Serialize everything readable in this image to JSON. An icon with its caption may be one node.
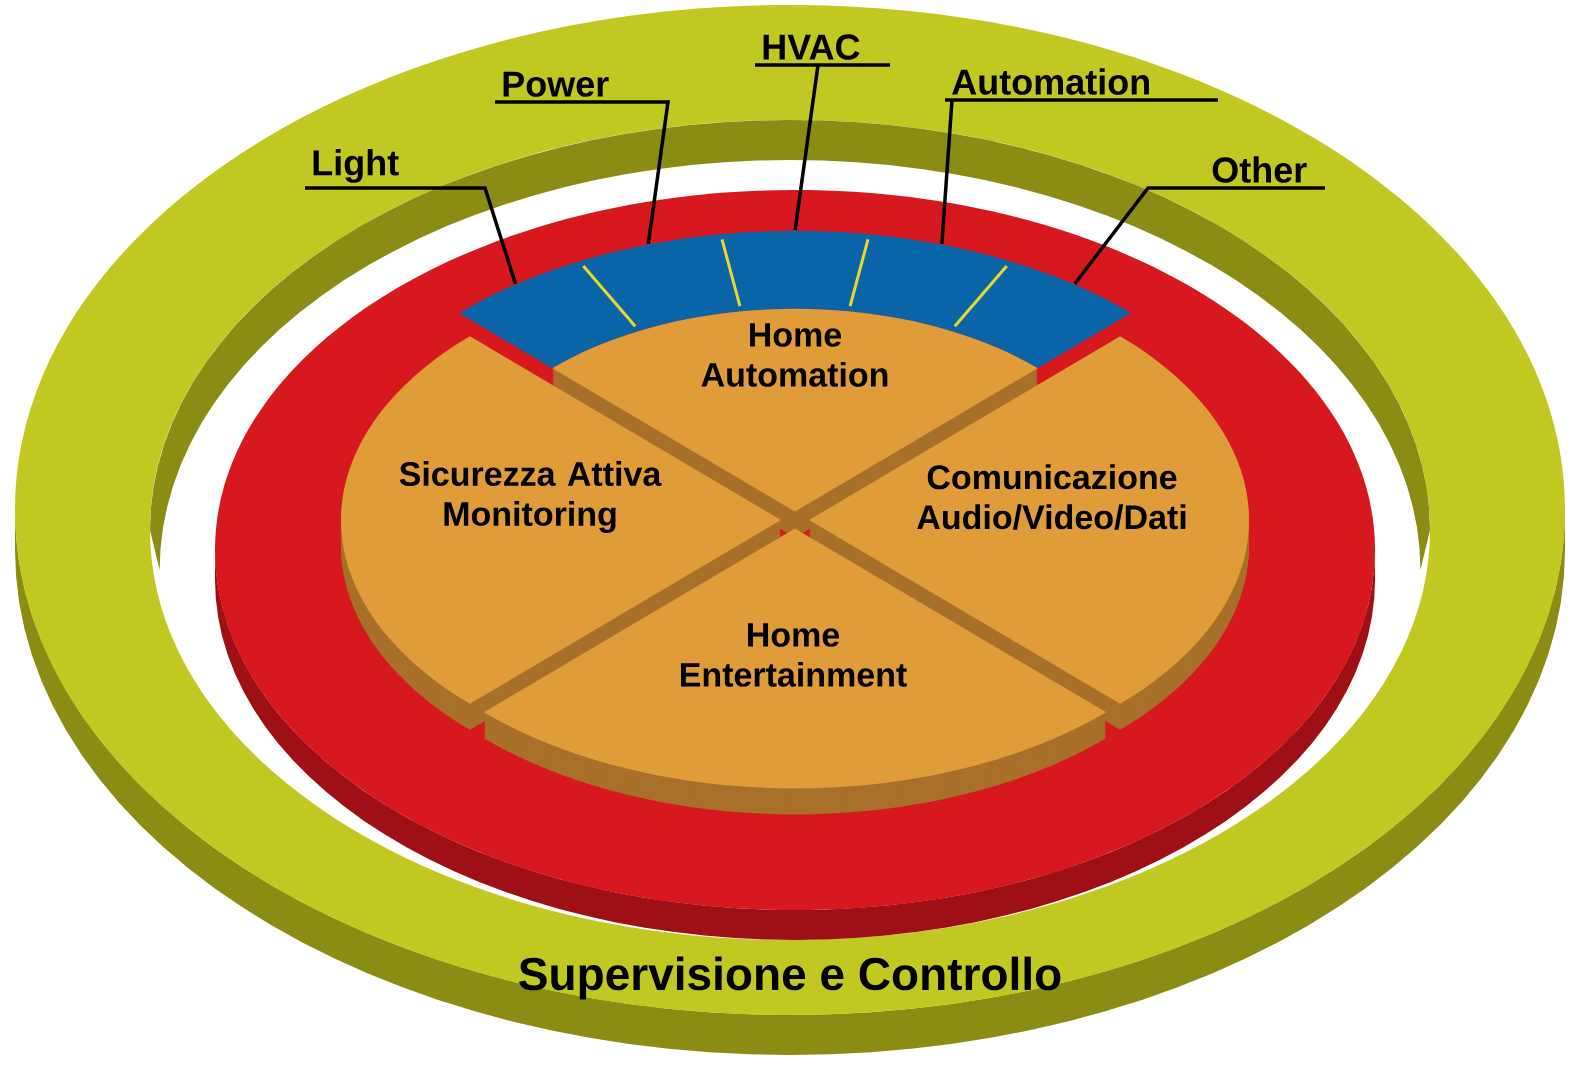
{
  "diagram": {
    "nodes": [
      {
        "text": [
          "Supervisione e Controllo"
        ]
      },
      {
        "text": [],
        "shape": "circle"
      },
      {
        "text": [
          "Home Automation"
        ],
        "in": 1
      },
      {
        "text": [
          "Sicurezza Attiva Monitoring"
        ],
        "in": 1
      },
      {
        "text": [
          "Comunicazione Audio/Video/Dati"
        ],
        "in": 1
      },
      {
        "text": [
          "Home Entertainment"
        ],
        "in": 1
      },
      {
        "text": [],
        "shape": "bar",
        "in": 1
      },
      {
        "text": [],
        "shape": "bar",
        "in": 1
      },
      {
        "text": [],
        "shape": "bar",
        "in": 1
      },
      {
        "text": [],
        "shape": "bar",
        "in": 1
      },
      {
        "text": [],
        "shape": "bar",
        "in": 1
      },
      {
        "text": [
          "Light"
        ]
      },
      {
        "text": [
          "Power"
        ]
      },
      {
        "text": [
          "HVAC"
        ]
      },
      {
        "text": [
          "Automation"
        ]
      },
      {
        "text": [
          "Other"
        ]
      }
    ],
    "edges": [
      {
        "from": 11,
        "to": 6,
        "arrow": "none"
      },
      {
        "from": 12,
        "to": 7,
        "arrow": "none"
      },
      {
        "from": 13,
        "to": 8,
        "arrow": "none"
      },
      {
        "from": 14,
        "to": 9,
        "arrow": "none"
      },
      {
        "from": 15,
        "to": 10,
        "arrow": "none"
      }
    ]
  }
}
